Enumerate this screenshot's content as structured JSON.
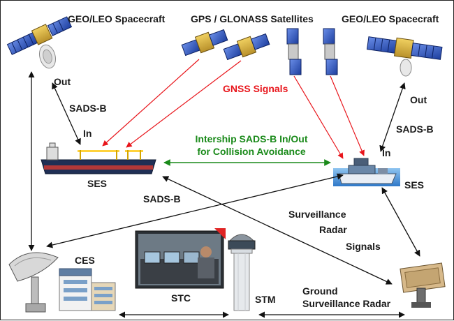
{
  "labels": {
    "geo_leo_left": "GEO/LEO Spacecraft",
    "gps_glonass": "GPS / GLONASS  Satellites",
    "geo_leo_right": "GEO/LEO Spacecraft",
    "out_left": "Out",
    "sads_b_left": "SADS-B",
    "in_left": "In",
    "gnss_signals": "GNSS Signals",
    "out_right": "Out",
    "sads_b_right": "SADS-B",
    "in_right": "In",
    "intership_line1": "Intership SADS-B In/Out",
    "intership_line2": "for Collision Avoidance",
    "ses_left": "SES",
    "ses_right": "SES",
    "sads_b_mid": "SADS-B",
    "surveillance_line1": "Surveillance",
    "surveillance_line2": "Radar",
    "surveillance_line3": "Signals",
    "ces": "CES",
    "stc": "STC",
    "stm": "STM",
    "ground_line1": "Ground",
    "ground_line2": "Surveillance Radar"
  },
  "colors": {
    "gnss_arrow": "#e8151b",
    "intership_arrow": "#1a8a1a",
    "link_arrow": "#111111",
    "solar_panel": "#2a56c8"
  }
}
